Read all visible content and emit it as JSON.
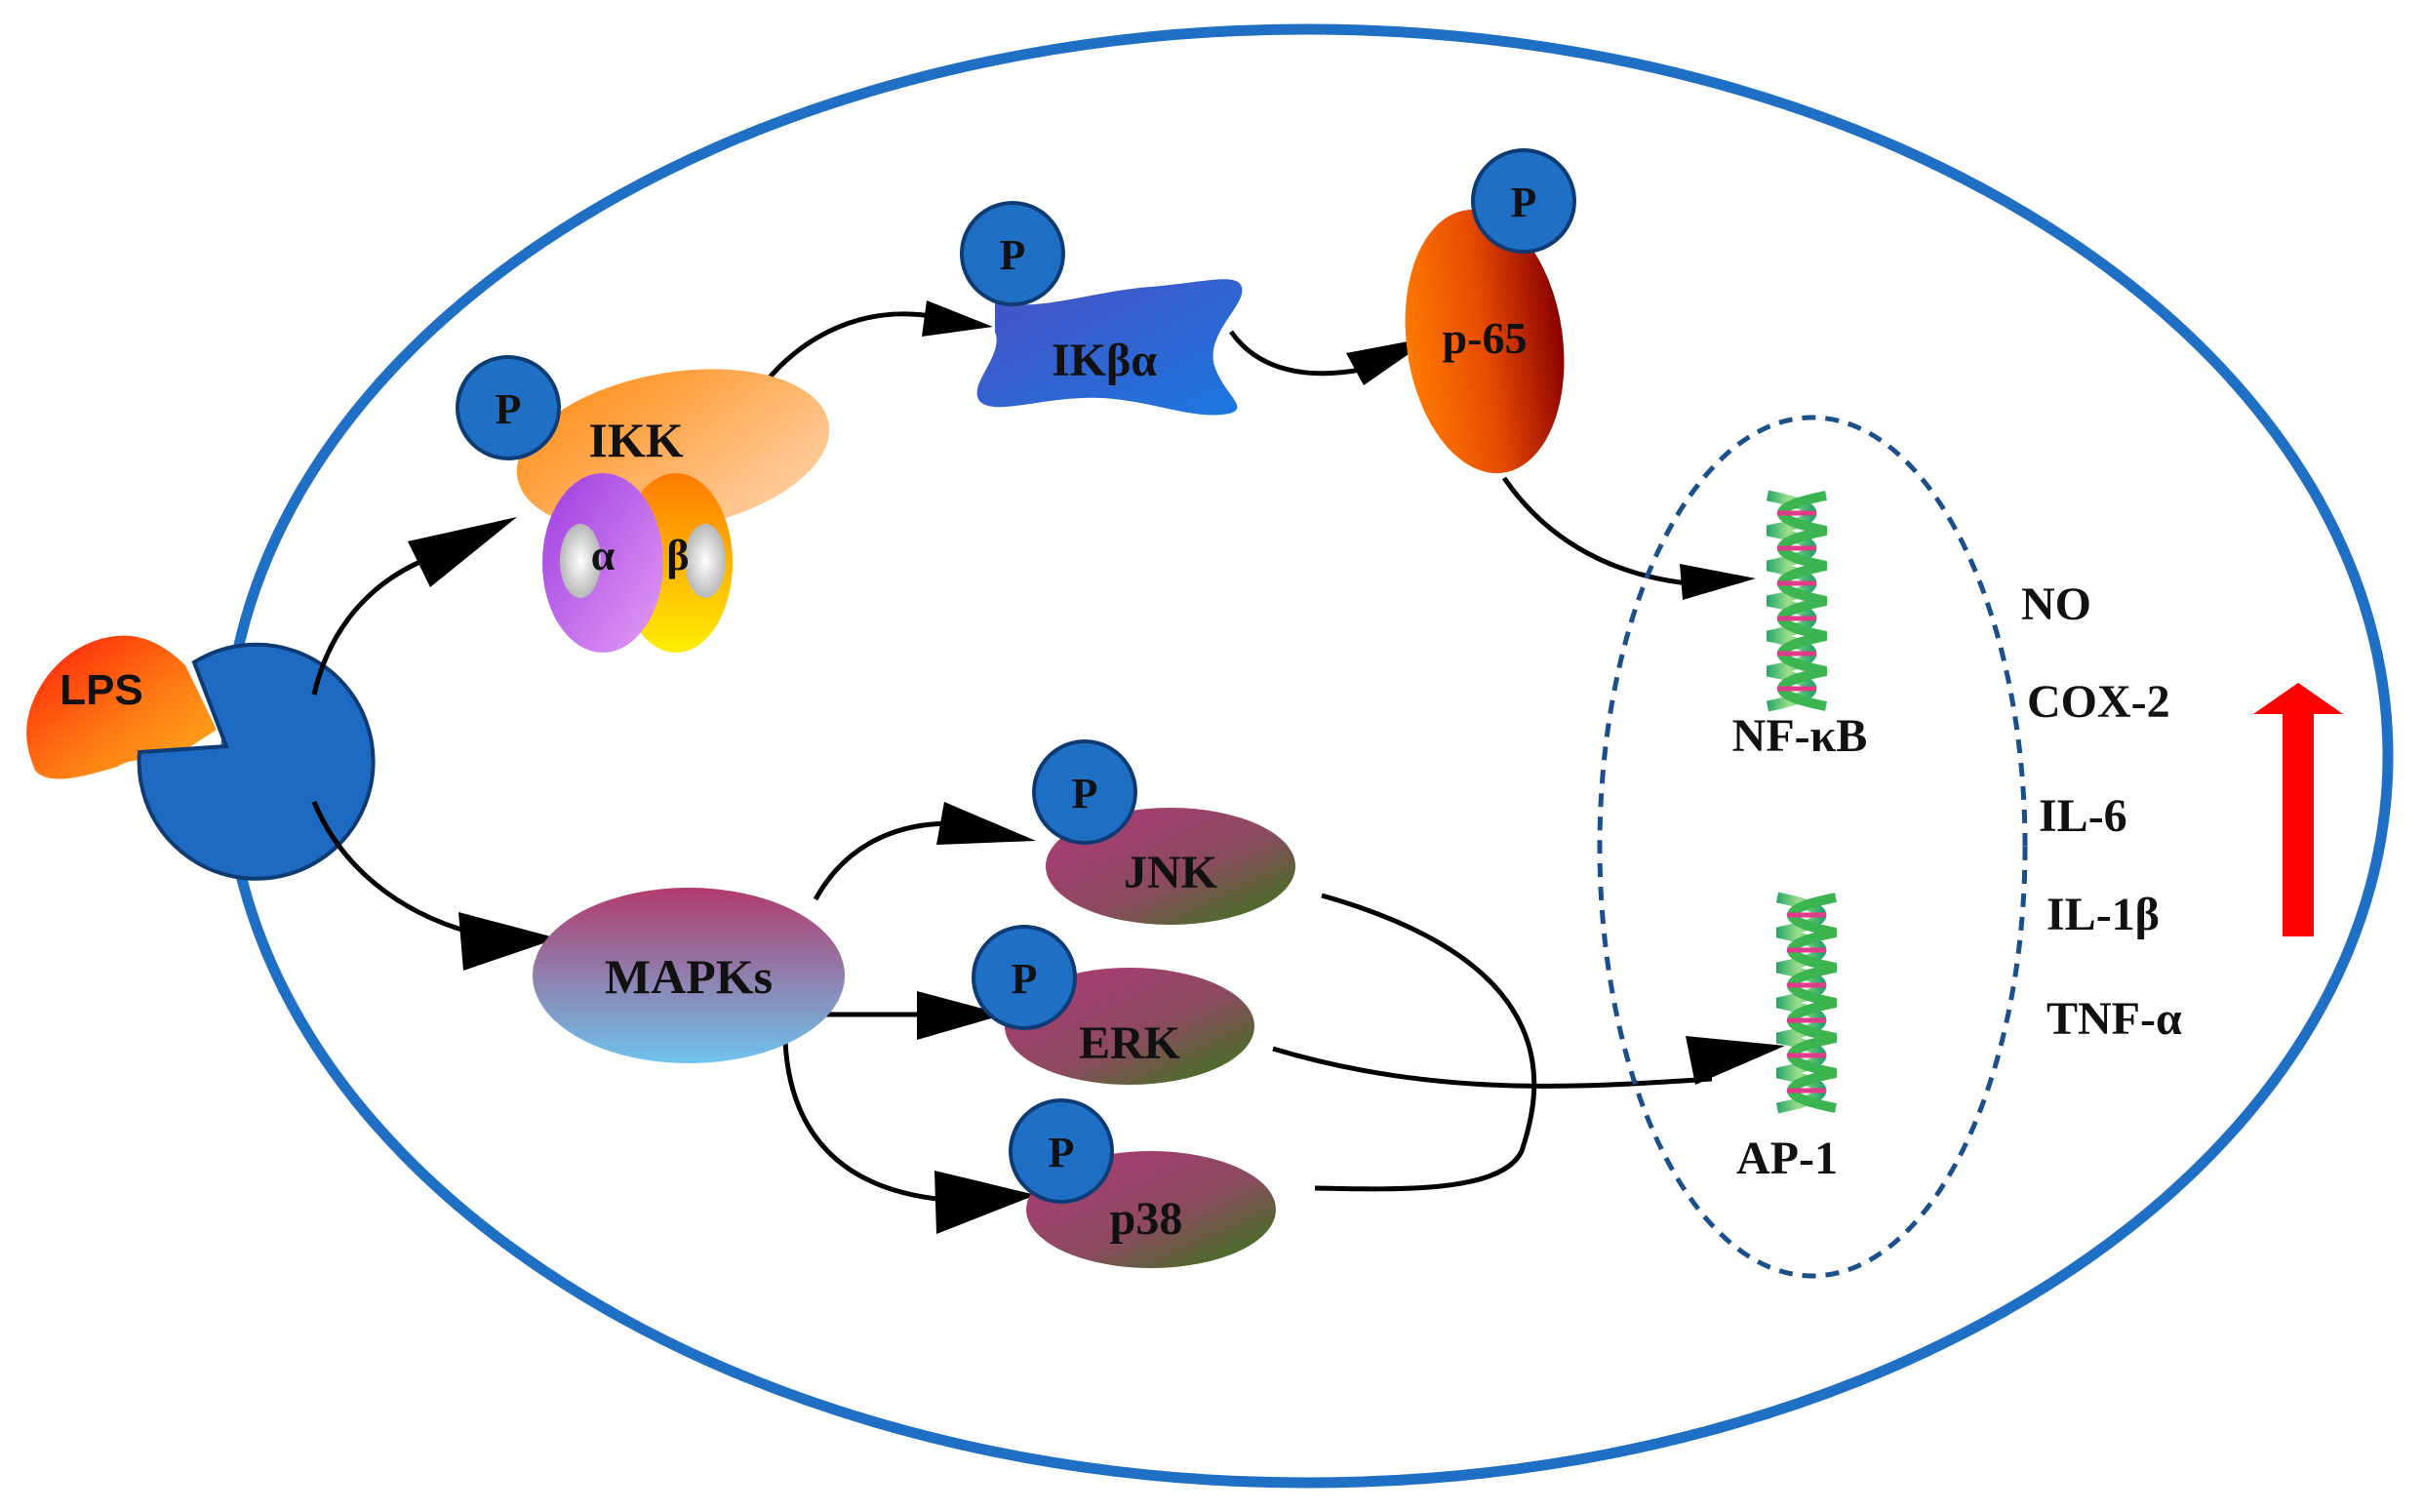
{
  "labels": {
    "lps": "LPS",
    "ikk": "IKK",
    "alpha": "α",
    "beta": "β",
    "ikba": "IKβα",
    "p65": "p-65",
    "mapks": "MAPKs",
    "jnk": "JNK",
    "erk": "ERK",
    "p38": "p38",
    "nfkb": "NF-κB",
    "ap1": "AP-1",
    "phospho": "P"
  },
  "outputs": [
    "NO",
    "COX-2",
    "IL-6",
    "IL-1β",
    "TNF-α"
  ],
  "colors": {
    "membrane": "#1f6fc4",
    "receptor": "#1e6ac2",
    "phospho": "#1f6fc4",
    "nucleus": "#1b4f8a",
    "up_arrow": "#ff0000",
    "arrows": "#000000"
  },
  "icons": {
    "dna": "dna-helix-icon",
    "up": "up-arrow-icon"
  }
}
